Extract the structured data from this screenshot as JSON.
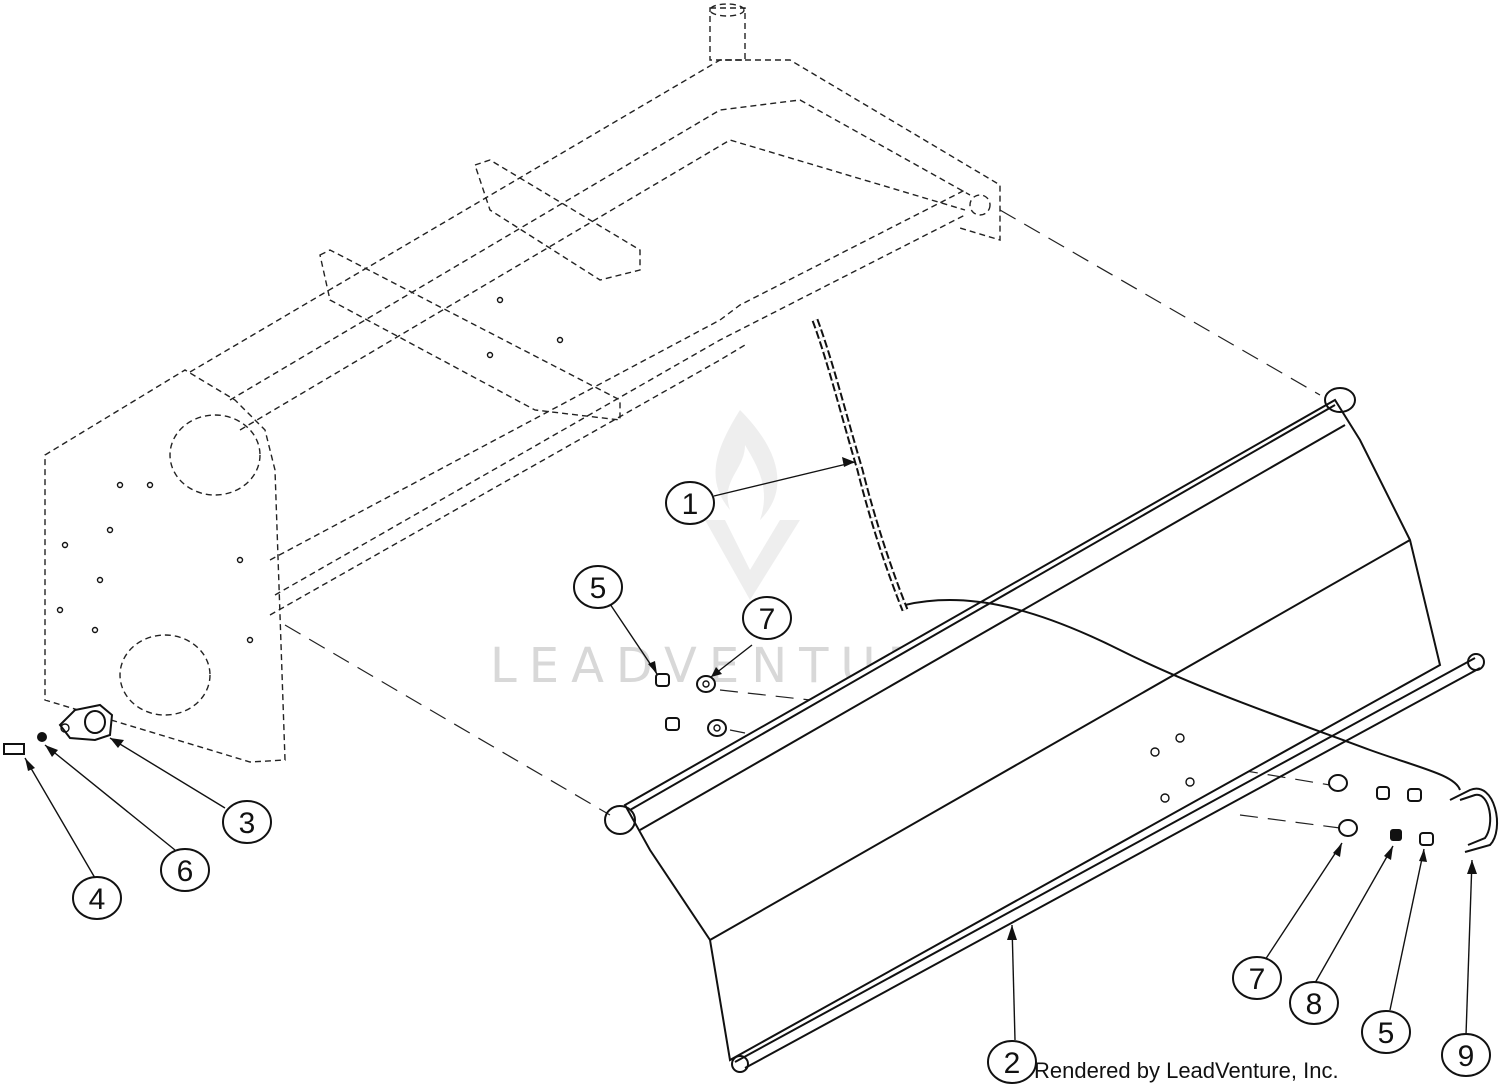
{
  "watermark": {
    "text": "LEADVENTURE"
  },
  "footer": {
    "credit": "Rendered by LeadVenture, Inc."
  },
  "callouts": [
    {
      "id": "c1",
      "label": "1"
    },
    {
      "id": "c2",
      "label": "2"
    },
    {
      "id": "c3",
      "label": "3"
    },
    {
      "id": "c4",
      "label": "4"
    },
    {
      "id": "c5a",
      "label": "5"
    },
    {
      "id": "c5b",
      "label": "5"
    },
    {
      "id": "c6",
      "label": "6"
    },
    {
      "id": "c7a",
      "label": "7"
    },
    {
      "id": "c7b",
      "label": "7"
    },
    {
      "id": "c8",
      "label": "8"
    },
    {
      "id": "c9",
      "label": "9"
    }
  ]
}
